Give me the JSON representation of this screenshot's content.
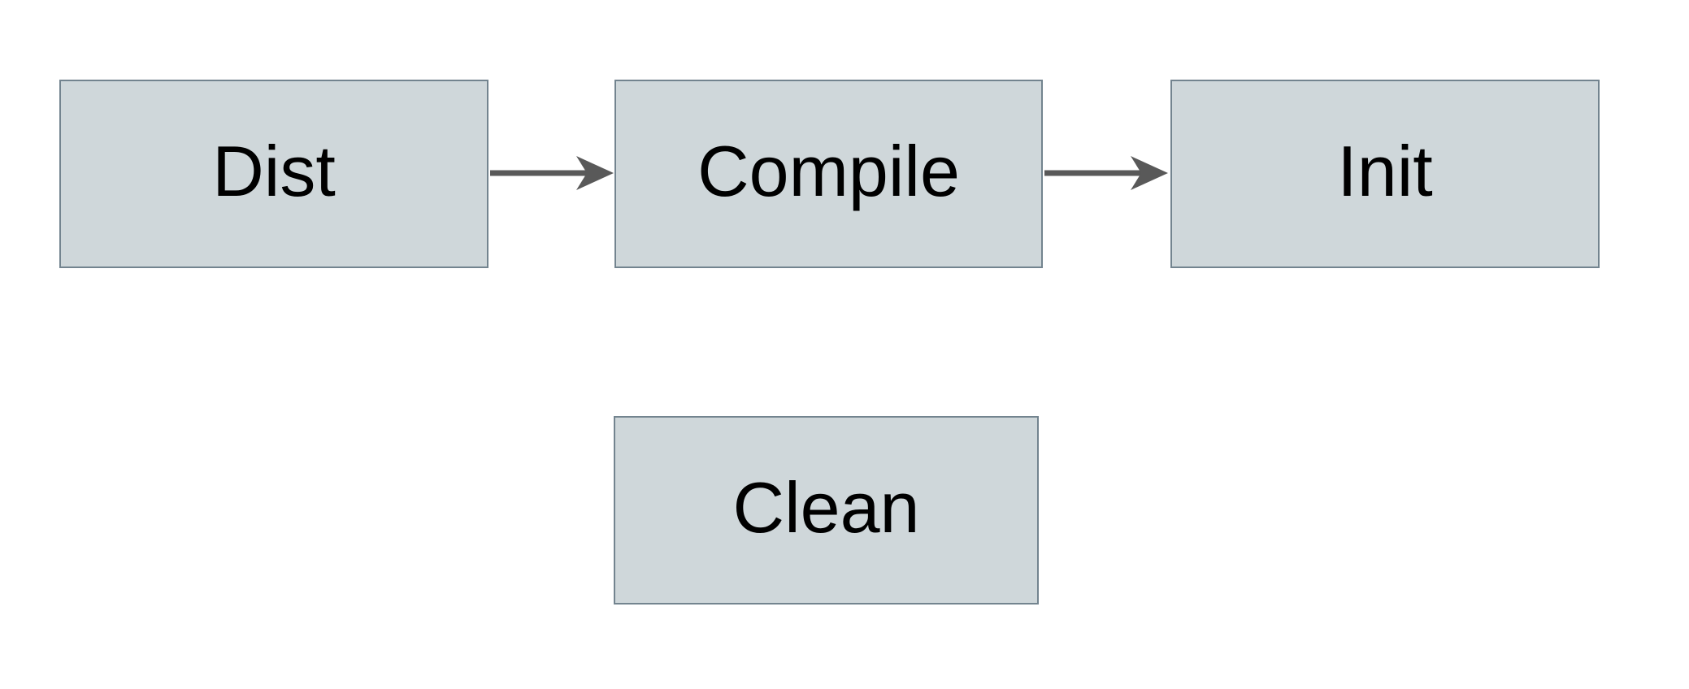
{
  "diagram": {
    "type": "flowchart",
    "background": "#ffffff",
    "nodes": [
      {
        "id": "dist",
        "label": "Dist"
      },
      {
        "id": "compile",
        "label": "Compile"
      },
      {
        "id": "init",
        "label": "Init"
      },
      {
        "id": "clean",
        "label": "Clean"
      }
    ],
    "edges": [
      {
        "from": "Dist",
        "to": "Compile",
        "style": "arrow"
      },
      {
        "from": "Compile",
        "to": "Init",
        "style": "arrow"
      }
    ],
    "colors": {
      "node_fill": "#cfd7da",
      "node_border": "#73848f",
      "arrow": "#595959",
      "text": "#000000",
      "background": "#ffffff"
    }
  }
}
